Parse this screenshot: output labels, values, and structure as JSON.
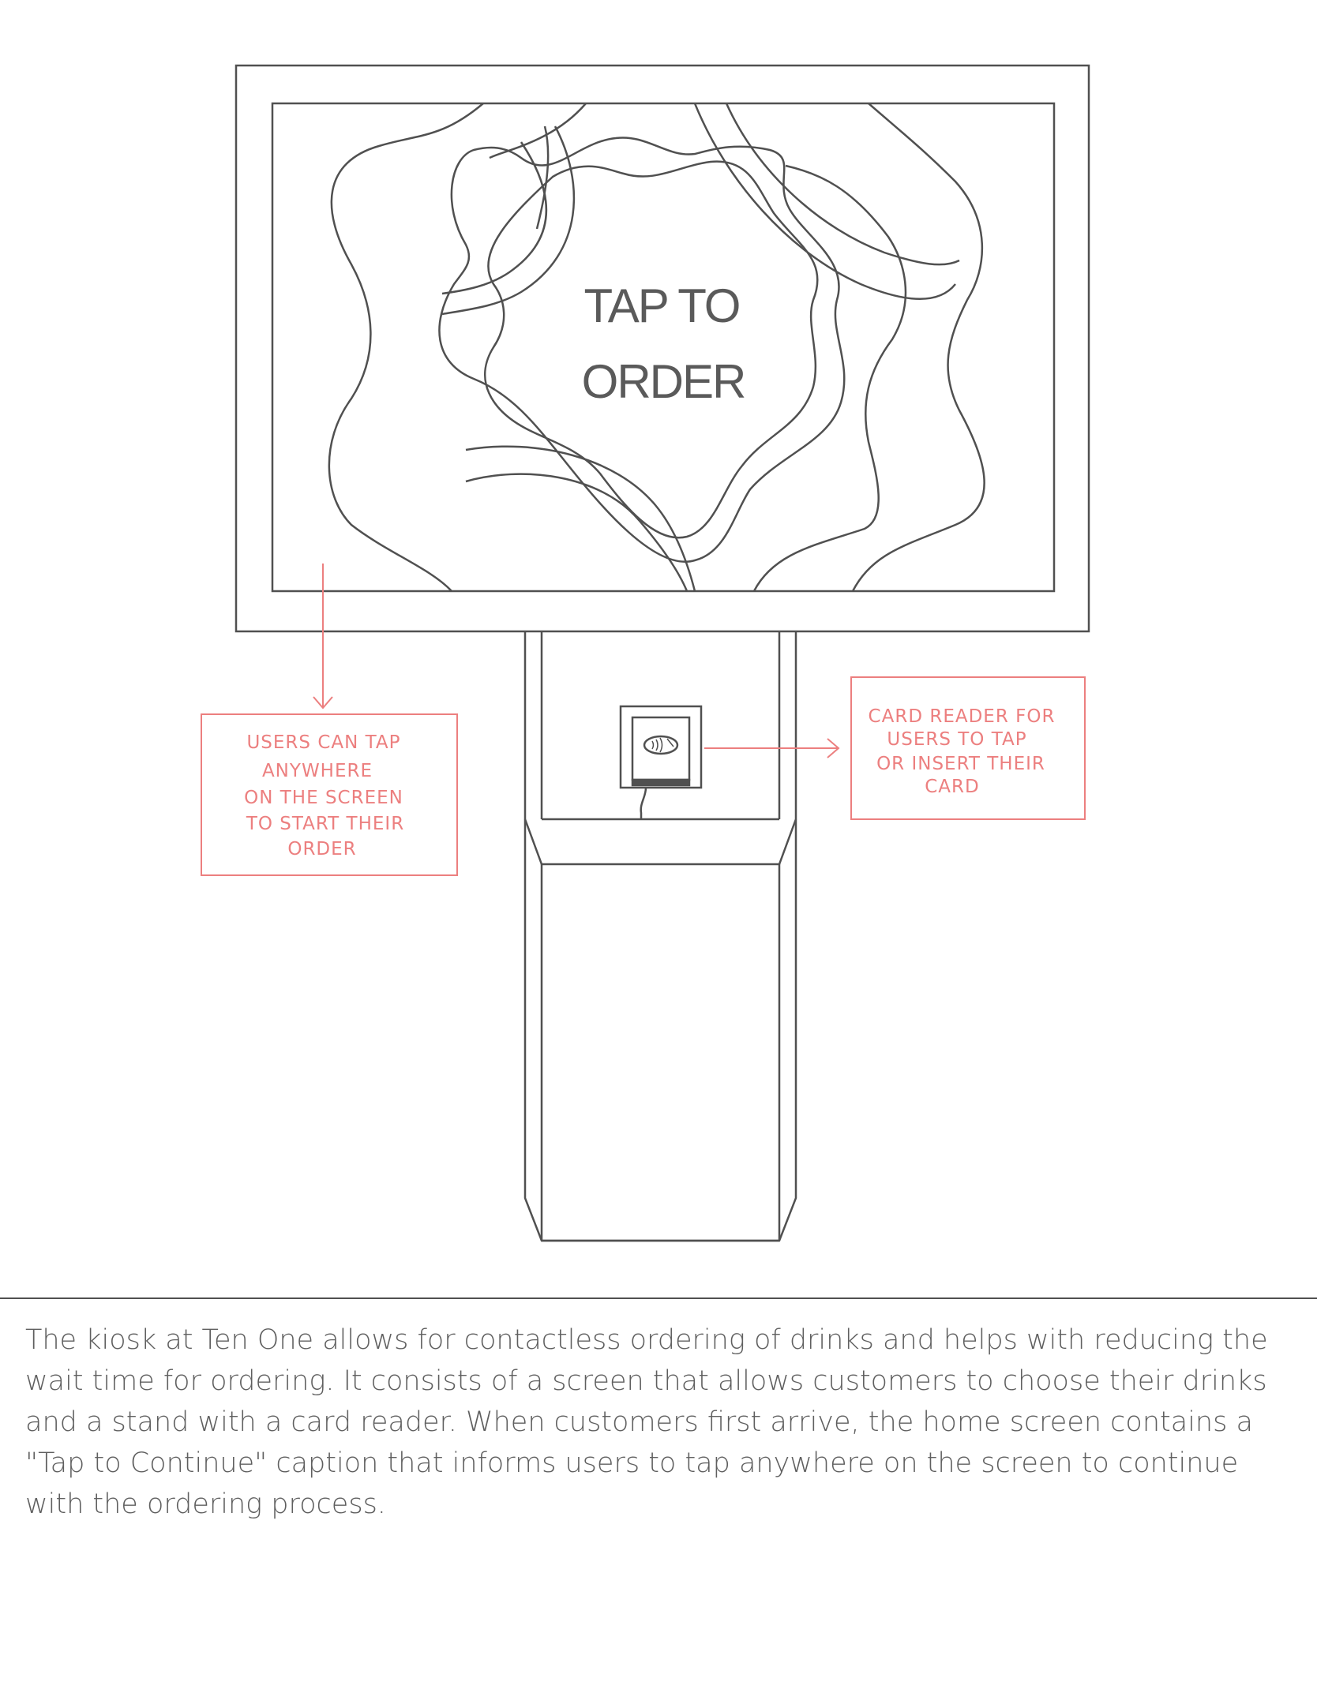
{
  "kiosk_screen": {
    "line1": "TAP TO",
    "line2": "ORDER"
  },
  "annotations": {
    "screen_note": [
      "USERS CAN TAP",
      "ANYWHERE",
      "ON THE SCREEN",
      "TO START THEIR",
      "ORDER"
    ],
    "card_reader_note": [
      "CARD READER FOR",
      "USERS TO TAP",
      "OR INSERT THEIR",
      "CARD"
    ]
  },
  "caption": "The kiosk at Ten One allows for contactless ordering of drinks and helps with reducing the wait time for ordering. It consists of a screen that allows customers to choose their drinks and a stand with a card reader. When customers first arrive, the home screen contains a \"Tap to Continue\" caption that informs users to tap anywhere on the screen to continue with the ordering process.",
  "colors": {
    "line": "#505050",
    "annotation": "#ec7f7f",
    "text": "#5f5f5f"
  }
}
